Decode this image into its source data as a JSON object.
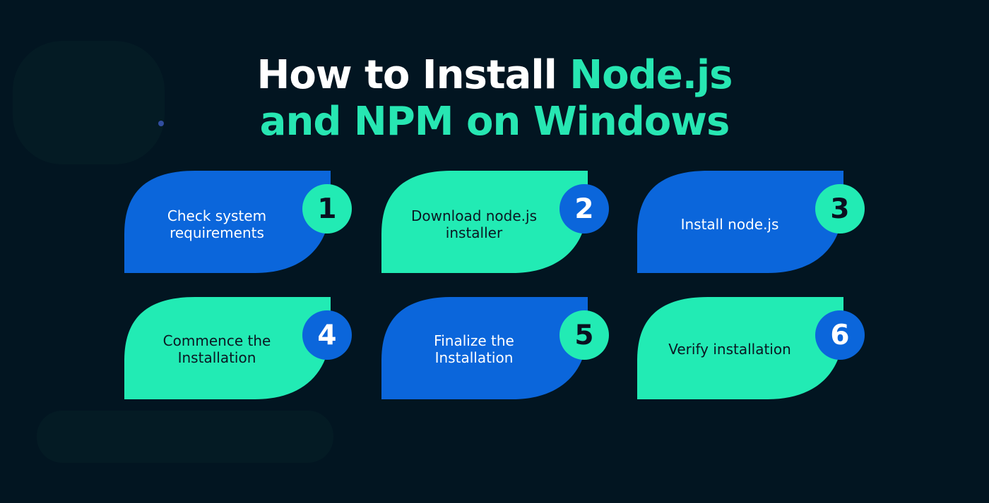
{
  "title": {
    "prefix": "How to Install ",
    "highlight": "Node.js",
    "line2": "and NPM on Windows"
  },
  "colors": {
    "background": "#021521",
    "blue": "#0b66db",
    "green": "#22ebb4",
    "white": "#ffffff",
    "dark_text": "#0b1722"
  },
  "steps": [
    {
      "number": "1",
      "label": "Check system\nrequirements",
      "card_color": "#0b66db",
      "badge_color": "#22ebb4",
      "text_color": "#ffffff"
    },
    {
      "number": "2",
      "label": "Download node.js\ninstaller",
      "card_color": "#22ebb4",
      "badge_color": "#0b66db",
      "text_color": "#0b1722"
    },
    {
      "number": "3",
      "label": "Install node.js",
      "card_color": "#0b66db",
      "badge_color": "#22ebb4",
      "text_color": "#ffffff"
    },
    {
      "number": "4",
      "label": "Commence the\nInstallation",
      "card_color": "#22ebb4",
      "badge_color": "#0b66db",
      "text_color": "#0b1722"
    },
    {
      "number": "5",
      "label": "Finalize the\nInstallation",
      "card_color": "#0b66db",
      "badge_color": "#22ebb4",
      "text_color": "#ffffff"
    },
    {
      "number": "6",
      "label": "Verify installation",
      "card_color": "#22ebb4",
      "badge_color": "#0b66db",
      "text_color": "#0b1722"
    }
  ]
}
